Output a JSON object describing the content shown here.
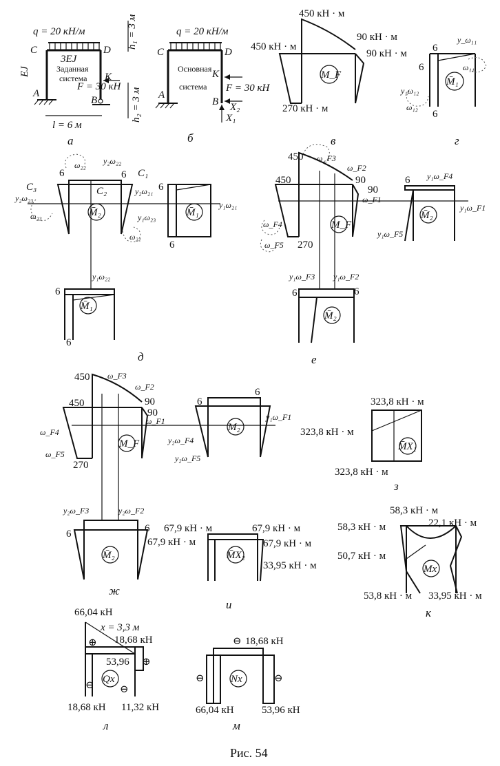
{
  "caption": "Рис. 54",
  "panel_a": {
    "letter": "а",
    "load": "q = 20 кН/м",
    "stiffness": "3EJ",
    "side_stiffness": "EJ",
    "title_line1": "Заданная",
    "title_line2": "система",
    "force": "F = 30 кН",
    "span": "l = 6 м",
    "h1": "h₁ = 3 м",
    "h2": "h₂ = 3 м",
    "node_A": "A",
    "node_B": "B",
    "node_C": "C",
    "node_D": "D",
    "node_K": "K"
  },
  "panel_b": {
    "letter": "б",
    "load": "q = 20 кН/м",
    "title_line1": "Основная",
    "title_line2": "система",
    "force": "F = 30 кН",
    "x1": "X₁",
    "x2": "X₂",
    "node_A": "A",
    "node_B": "B",
    "node_C": "C",
    "node_D": "D",
    "node_K": "K"
  },
  "panel_v": {
    "letter": "в",
    "top": "450 кН · м",
    "left": "450 кН · м",
    "right_top": "90 кН · м",
    "right_bottom": "90 кН · м",
    "bottom": "270 кН · м",
    "circle": "M_F"
  },
  "panel_g": {
    "letter": "г",
    "v1": "6",
    "v2": "6",
    "v3": "6",
    "omega11": "ω₁₁",
    "y_omega11": "y_ω₁₁",
    "y1omega12": "y₁ω₁₂",
    "omega12": "ω₁₂",
    "circle": "M̄₁"
  },
  "panel_d": {
    "letter": "д",
    "v": "6",
    "omega22": "ω₂₂",
    "y2omega22": "y₂ω₂₂",
    "c1": "C₁",
    "c2": "C₂",
    "c3": "C₃",
    "y2omega23": "y₂ω₂₃",
    "omega23": "ω₂₃",
    "y2omega21": "y₂ω₂₁",
    "y1omega23": "y₁ω₂₃",
    "omega21": "ω₂₁",
    "y1omega21": "y₁ω₂₁",
    "y1omega22": "y₁ω₂₂",
    "circle_m2": "M̄₂",
    "circle_m1": "M̄₁"
  },
  "panel_e": {
    "letter": "е",
    "v450": "450",
    "v90": "90",
    "v270": "270",
    "v6": "6",
    "omegaF1": "ω_F1",
    "omegaF2": "ω_F2",
    "omegaF3": "ω_F3",
    "omegaF4": "ω_F4",
    "omegaF5": "ω_F5",
    "y1omegaF1": "y₁ω_F1",
    "y1omegaF2": "y₁ω_F2",
    "y1omegaF3": "y₁ω_F3",
    "y1omegaF4": "y₁ω_F4",
    "y1omegaF5": "y₁ω_F5",
    "circle_mf": "M_F",
    "circle_m2": "M̄₂"
  },
  "panel_zh": {
    "letter": "ж",
    "v450": "450",
    "v90": "90",
    "v270": "270",
    "v6": "6",
    "omegaF1": "ω_F1",
    "omegaF2": "ω_F2",
    "omegaF3": "ω_F3",
    "omegaF4": "ω_F4",
    "omegaF5": "ω_F5",
    "y1omegaF1": "y₁ω_F1",
    "y2omegaF2": "y₂ω_F2",
    "y2omegaF3": "y₂ω_F3",
    "y2omegaF4": "y₂ω_F4",
    "y2omegaF5": "y₂ω_F5",
    "circle_mf": "M_F",
    "circle_m2": "M₂",
    "circle_m2b": "M̄₂"
  },
  "panel_z": {
    "letter": "з",
    "top": "323,8 кН · м",
    "left": "323,8 кН · м",
    "bottom": "323,8 кН · м",
    "circle": "M̄X₁"
  },
  "panel_i": {
    "letter": "и",
    "tl": "67,9 кН · м",
    "tr": "67,9 кН · м",
    "ml": "67,9 кН · м",
    "mr": "67,9 кН · м",
    "br": "33,95 кН · м",
    "circle": "M̄X₂"
  },
  "panel_k": {
    "letter": "к",
    "top": "58,3 кН · м",
    "left": "58,3 кН · м",
    "right": "22,1 кН · м",
    "mid": "50,7 кН · м",
    "bl": "53,8 кН · м",
    "br": "33,95 кН · м",
    "circle": "Mx"
  },
  "panel_l": {
    "letter": "л",
    "top": "66,04 кН",
    "x": "x = 3,3 м",
    "right": "18,68 кН",
    "mid": "53,96",
    "bl": "18,68 кН",
    "br": "11,32 кН",
    "plus": "⊕",
    "minus": "⊖",
    "circle": "Qx"
  },
  "panel_m": {
    "letter": "м",
    "top": "18,68 кН",
    "bl": "66,04 кН",
    "br": "53,96 кН",
    "minus": "⊖",
    "circle": "Nx"
  }
}
